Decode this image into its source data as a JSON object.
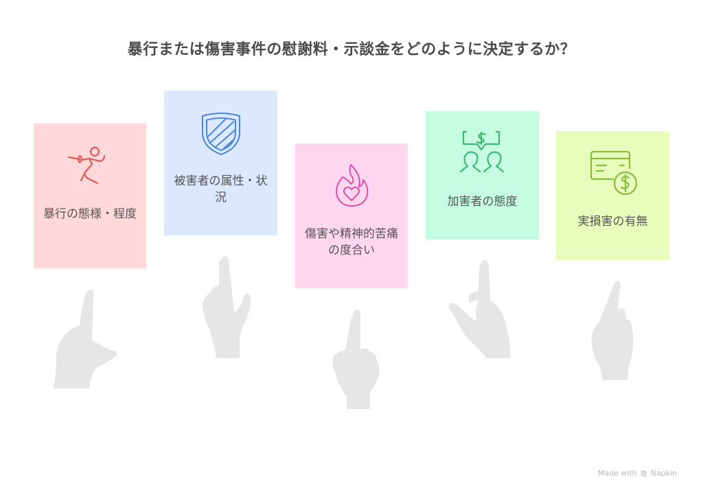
{
  "title": "暴行または傷害事件の慰謝料・示談金をどのように決定するか？",
  "cards": [
    {
      "label": "暴行の態様・程度",
      "icon": "fencer-icon",
      "bg": "#ffd9d9",
      "accent": "#e05a5a"
    },
    {
      "label": "被害者の属性・状況",
      "icon": "shield-icon",
      "bg": "#dbe8fd",
      "accent": "#4a86d8"
    },
    {
      "label": "傷害や精神的苦痛の度合い",
      "icon": "flame-heart-icon",
      "bg": "#ffd6f0",
      "accent": "#d94fa8"
    },
    {
      "label": "加害者の態度",
      "icon": "people-dollar-icon",
      "bg": "#c6fde2",
      "accent": "#3aba73"
    },
    {
      "label": "実損害の有無",
      "icon": "card-dollar-icon",
      "bg": "#e8fdbc",
      "accent": "#86bb3c"
    }
  ],
  "hand_color": "#e6e6e6",
  "watermark": {
    "prefix": "Made with",
    "brand": "Napkin"
  }
}
